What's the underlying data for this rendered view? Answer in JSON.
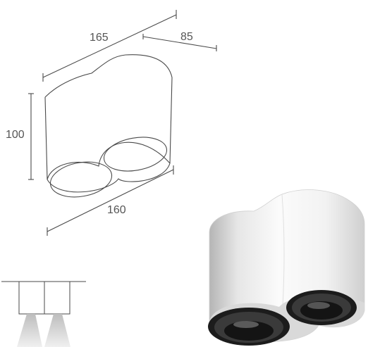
{
  "dimensions": {
    "length_top": "165",
    "depth": "85",
    "height": "100",
    "length_bottom": "160"
  },
  "colors": {
    "line": "#4a4a4a",
    "label": "#555555",
    "body_light": "#f4f4f4",
    "body_shade": "#b9b9b9",
    "trim": "#1e1e1e",
    "beam": "#d4d4d4"
  },
  "icons": {
    "beam_pictogram": "dual-beam-downlight-icon",
    "product_photo": "twin-cylinder-downlight-render"
  }
}
